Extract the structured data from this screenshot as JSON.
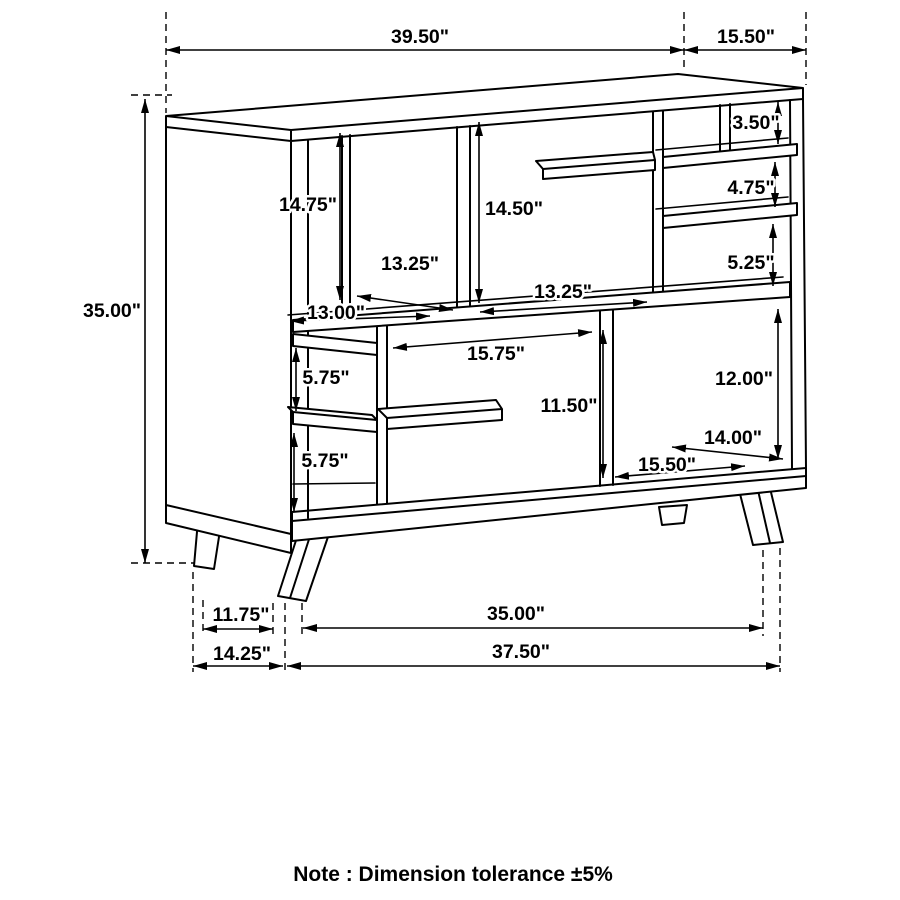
{
  "colors": {
    "line": "#000000",
    "background": "#ffffff"
  },
  "note": "Note : Dimension tolerance ±5%",
  "dims": [
    {
      "id": "top-width",
      "label": "39.50\""
    },
    {
      "id": "top-depth",
      "label": "15.50\""
    },
    {
      "id": "overall-height",
      "label": "35.00\""
    },
    {
      "id": "right-top-opening-height",
      "label": "3.50\""
    },
    {
      "id": "upper-left-opening-height",
      "label": "14.75\""
    },
    {
      "id": "center-opening-height",
      "label": "14.50\""
    },
    {
      "id": "right-shelf-gap-upper",
      "label": "4.75\""
    },
    {
      "id": "upper-left-opening-width",
      "label": "13.25\""
    },
    {
      "id": "center-opening-width",
      "label": "13.25\""
    },
    {
      "id": "right-shelf-gap-lower",
      "label": "5.25\""
    },
    {
      "id": "upper-left-opening-depth",
      "label": "13.00\""
    },
    {
      "id": "lower-center-opening-width",
      "label": "15.75\""
    },
    {
      "id": "lower-left-gap-upper",
      "label": "5.75\""
    },
    {
      "id": "lower-center-opening-height",
      "label": "11.50\""
    },
    {
      "id": "lower-right-opening-height",
      "label": "12.00\""
    },
    {
      "id": "lower-left-gap-lower",
      "label": "5.75\""
    },
    {
      "id": "lower-right-opening-width",
      "label": "14.00\""
    },
    {
      "id": "lower-right-shelf-width",
      "label": "15.50\""
    },
    {
      "id": "leg-inset-side",
      "label": "11.75\""
    },
    {
      "id": "leg-span-side",
      "label": "14.25\""
    },
    {
      "id": "leg-inset-front",
      "label": "35.00\""
    },
    {
      "id": "leg-span-front",
      "label": "37.50\""
    }
  ]
}
